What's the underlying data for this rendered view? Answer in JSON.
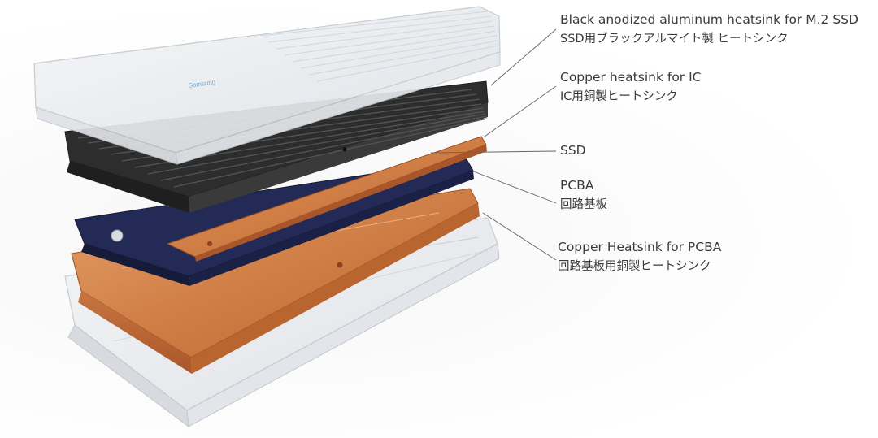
{
  "labels": [
    {
      "en": "Black anodized aluminum heatsink for M.2 SSD",
      "ja": "SSD用ブラックアルマイト製 ヒートシンク"
    },
    {
      "en": "Copper heatsink for IC",
      "ja": "IC用銅製ヒートシンク"
    },
    {
      "en": "SSD",
      "ja": ""
    },
    {
      "en": "PCBA",
      "ja": "回路基板"
    },
    {
      "en": "Copper Heatsink for PCBA",
      "ja": "回路基板用銅製ヒートシンク"
    }
  ],
  "parts": [
    {
      "name": "clear-top-cover",
      "color": "#e9ecef"
    },
    {
      "name": "black-aluminum-heatsink",
      "color": "#2b2b2b"
    },
    {
      "name": "copper-ic-heatsink",
      "color": "#c8733c"
    },
    {
      "name": "ssd-board",
      "color": "#232a55"
    },
    {
      "name": "copper-pcba-heatsink",
      "color": "#d88a4e"
    },
    {
      "name": "clear-bottom-shell",
      "color": "#eef0f2"
    }
  ],
  "cover_print": "Samsung"
}
